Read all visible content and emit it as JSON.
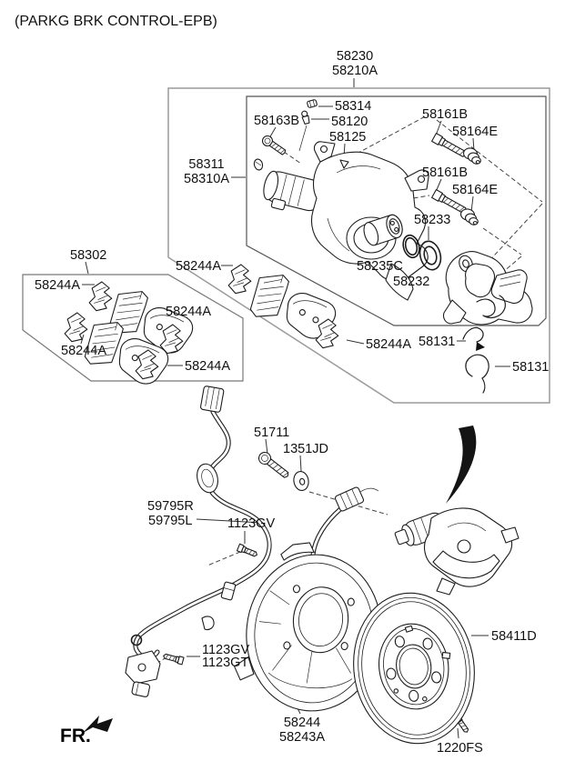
{
  "title": "(PARKG BRK CONTROL-EPB)",
  "fr_indicator": "FR.",
  "groups": {
    "caliper_assembly": {
      "codes": [
        "58230",
        "58210A"
      ]
    },
    "caliper_body_kit": {
      "codes": [
        "58311",
        "58310A"
      ]
    },
    "pad_kit_code": "58302"
  },
  "part_labels": {
    "cap_58314": "58314",
    "bolt_58163B": "58163B",
    "bleeder_58120": "58120",
    "clip_58125": "58125",
    "guide_bolt_upper": "58161B",
    "bushing_upper": "58164E",
    "guide_bolt_lower": "58161B",
    "bushing_lower": "58164E",
    "seal_58233": "58233",
    "piston_58235C": "58235C",
    "oring_58232": "58232",
    "pad_clip_1": "58244A",
    "pad_clip_2": "58244A",
    "pad_clip_3": "58244A",
    "pad_clip_4": "58244A",
    "pad_clip_5": "58244A",
    "pad_clip_6": "58244A",
    "spring_58131_a": "58131",
    "spring_58131_b": "58131",
    "bolt_51711": "51711",
    "washer_1351JD": "1351JD",
    "hose_59795R": "59795R",
    "hose_59795L": "59795L",
    "bolt_1123GV_upper": "1123GV",
    "bolt_1123GV_lower": "1123GV",
    "bolt_1123GT": "1123GT",
    "shield_58244": "58244",
    "shield_58243A": "58243A",
    "disc_58411D": "58411D",
    "bolt_1220FS": "1220FS"
  },
  "colors": {
    "line": "#1d1d1d",
    "box_outline": "#9a9a9a",
    "label": "#111111",
    "background": "#ffffff"
  }
}
